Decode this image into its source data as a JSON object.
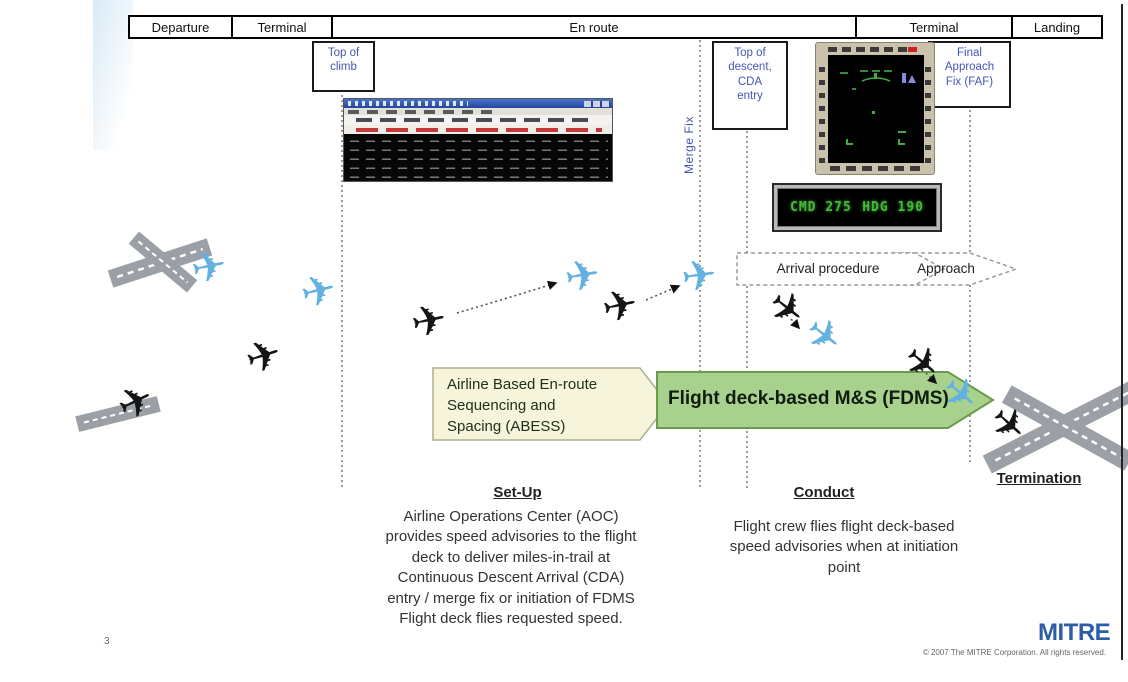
{
  "phases": [
    "Departure",
    "Terminal",
    "En route",
    "Terminal",
    "Landing"
  ],
  "milestones": {
    "top_of_climb": "Top of\nclimb",
    "merge_fix": "Merge Fix",
    "top_of_descent": "Top of\ndescent,\nCDA\nentry",
    "final_approach_fix": "Final\nApproach\nFix (FAF)"
  },
  "procedure_flow": {
    "arrival": "Arrival procedure",
    "approach": "Approach"
  },
  "abess_box": {
    "text": "Airline Based En-route\nSequencing and\nSpacing (ABESS)"
  },
  "fdms_arrow": {
    "text": "Flight deck-based M&S (FDMS)"
  },
  "autopilot_panel": {
    "cmd": "CMD 275",
    "hdg": "HDG 190"
  },
  "sections": {
    "setup_heading": "Set-Up",
    "setup_body": "Airline Operations Center (AOC)\nprovides speed advisories to the flight\ndeck to deliver miles-in-trail at\nContinuous Descent Arrival (CDA)\nentry / merge fix or initiation of FDMS\nFlight deck flies requested speed.",
    "conduct_heading": "Conduct",
    "conduct_body": "Flight crew flies flight deck-based\nspeed advisories when at initiation\npoint",
    "termination_heading": "Termination"
  },
  "footer": {
    "page_number": "3",
    "copyright": "© 2007 The MITRE Corporation. All rights reserved.",
    "logo": "MITRE"
  },
  "colors": {
    "milestone_text_blue": "#4455b5",
    "fdms_green_fill": "#a9d18e",
    "fdms_green_border": "#6a9b4a",
    "abess_cream_fill": "#f6f4da",
    "crt_green": "#49b53a",
    "mitre_blue": "#2b5ea7",
    "plane_blue": "#62b1e0",
    "plane_black": "#151515",
    "runway_gray": "#9aa0a6"
  }
}
